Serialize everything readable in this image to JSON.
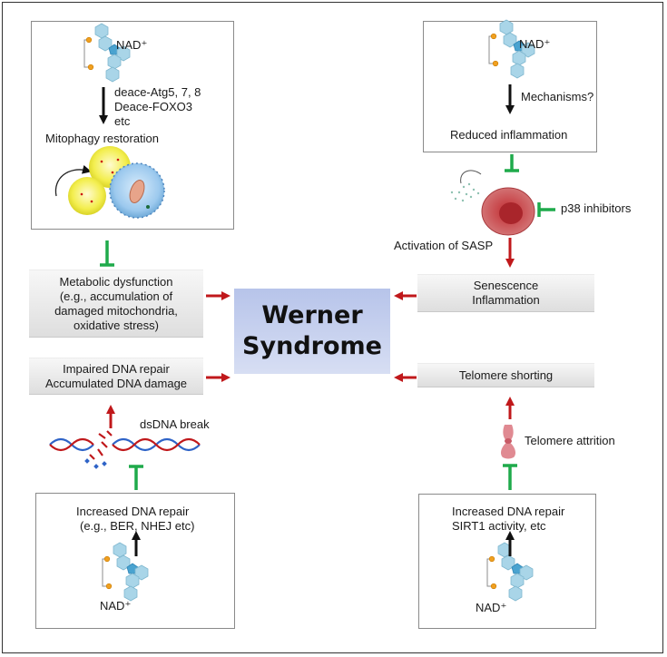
{
  "center": {
    "line1": "Werner",
    "line2": "Syndrome"
  },
  "top_left": {
    "nad_label": "NAD⁺",
    "mech_line1": "deace-Atg5, 7, 8",
    "mech_line2": "Deace-FOXO3",
    "mech_line3": "etc",
    "outcome": "Mitophagy restoration"
  },
  "top_right": {
    "nad_label": "NAD⁺",
    "mechanism": "Mechanisms?",
    "outcome": "Reduced inflammation"
  },
  "senescence_cell": {
    "inhibitor": "p38 inhibitors",
    "sasp": "Activation of SASP"
  },
  "metabolic_box": {
    "line1": "Metabolic dysfunction",
    "line2": "(e.g., accumulation of",
    "line3": "damaged mitochondria,",
    "line4": "oxidative stress)"
  },
  "dna_damage_box": {
    "line1": "Impaired DNA repair",
    "line2": "Accumulated DNA damage"
  },
  "senescence_box": {
    "line1": "Senescence",
    "line2": "Inflammation"
  },
  "telomere_box": {
    "line1": "Telomere shorting"
  },
  "dsdna": {
    "label": "dsDNA break"
  },
  "telomere_attrition": {
    "label": "Telomere attrition"
  },
  "bottom_left": {
    "line1": "Increased DNA repair",
    "line2": "(e.g., BER, NHEJ etc)",
    "nad_label": "NAD⁺"
  },
  "bottom_right": {
    "line1": "Increased DNA repair",
    "line2": "SIRT1 activity, etc",
    "nad_label": "NAD⁺"
  },
  "colors": {
    "activation_arrow": "#c0181b",
    "inhibition": "#1faa4b",
    "pathway_arrow": "#111111",
    "nad_hexagon": "#a9d5e8",
    "nad_pentagon": "#4aa3d0",
    "cell": "#c8464a"
  }
}
